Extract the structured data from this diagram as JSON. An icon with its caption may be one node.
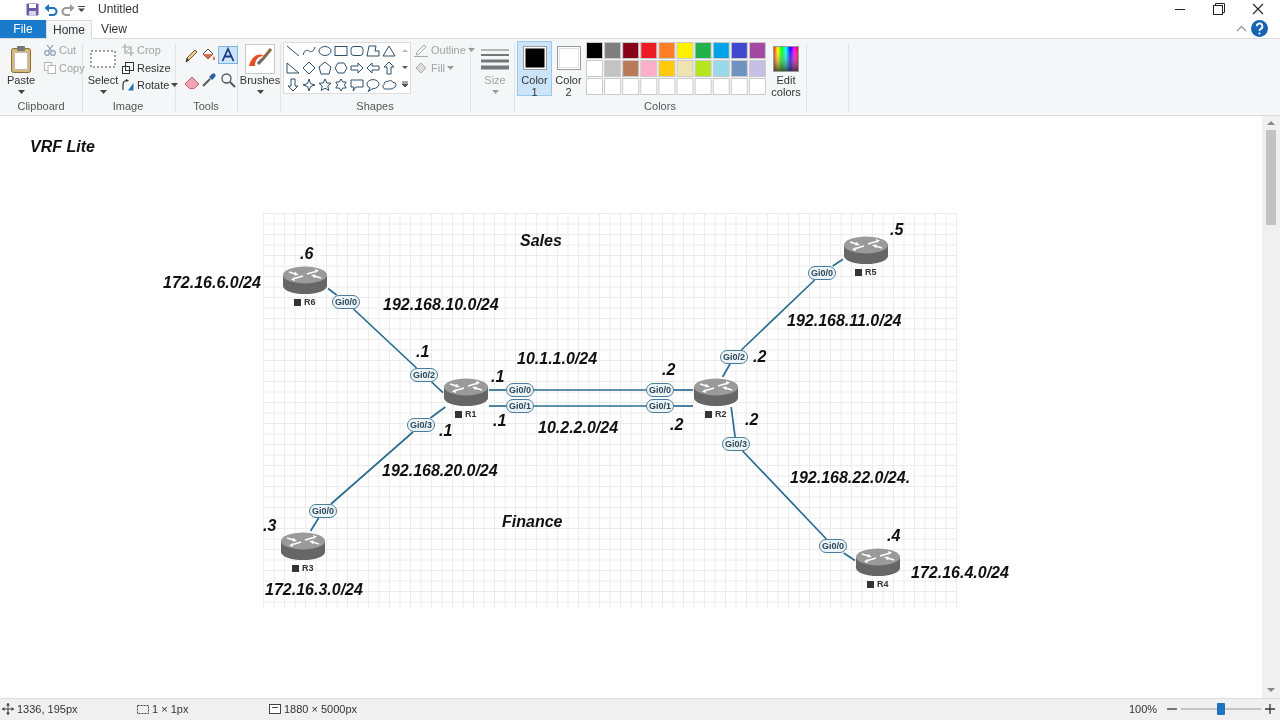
{
  "diagram": {
    "title": "VRF Lite",
    "nodes": [
      {
        "text": [],
        "shape": "picture",
        "beside": [
          "R6",
          "172.16.6.0/24"
        ]
      },
      {
        "text": [],
        "shape": "picture",
        "beside": [
          "R5"
        ]
      },
      {
        "text": [],
        "shape": "picture",
        "beside": [
          "R1"
        ]
      },
      {
        "text": [],
        "shape": "picture",
        "beside": [
          "R2"
        ]
      },
      {
        "text": [],
        "shape": "picture",
        "beside": [
          "R3",
          "172.16.3.0/24"
        ]
      },
      {
        "text": [],
        "shape": "picture",
        "beside": [
          "R4",
          "172.16.4.0/24"
        ]
      },
      {
        "text": [
          "Gi0/0"
        ]
      },
      {
        "text": [
          "Gi0/0"
        ]
      },
      {
        "text": [
          "Gi0/2"
        ]
      },
      {
        "text": [
          "Gi0/2"
        ]
      },
      {
        "text": [
          "Gi0/0"
        ]
      },
      {
        "text": [
          "Gi0/0"
        ]
      },
      {
        "text": [
          "Gi0/1"
        ]
      },
      {
        "text": [
          "Gi0/1"
        ]
      },
      {
        "text": [
          "Gi0/3"
        ]
      },
      {
        "text": [
          "Gi0/3"
        ]
      },
      {
        "text": [
          "Gi0/0"
        ]
      },
      {
        "text": [
          "Gi0/0"
        ]
      }
    ],
    "edges": [
      {
        "from": 0,
        "to": 6,
        "arrow": "none"
      },
      {
        "from": 6,
        "to": 9,
        "arrow": "none"
      },
      {
        "from": 9,
        "to": 2,
        "arrow": "none"
      },
      {
        "from": 1,
        "to": 7,
        "arrow": "none"
      },
      {
        "from": 7,
        "to": 8,
        "arrow": "none"
      },
      {
        "from": 8,
        "to": 3,
        "arrow": "none"
      },
      {
        "from": 2,
        "to": 10,
        "arrow": "none"
      },
      {
        "from": 10,
        "to": 11,
        "arrow": "none"
      },
      {
        "from": 11,
        "to": 3,
        "arrow": "none"
      },
      {
        "from": 2,
        "to": 12,
        "arrow": "none"
      },
      {
        "from": 12,
        "to": 13,
        "arrow": "none"
      },
      {
        "from": 13,
        "to": 3,
        "arrow": "none"
      },
      {
        "from": 4,
        "to": 16,
        "arrow": "none"
      },
      {
        "from": 16,
        "to": 14,
        "arrow": "none"
      },
      {
        "from": 14,
        "to": 2,
        "arrow": "none"
      },
      {
        "from": 3,
        "to": 15,
        "arrow": "none"
      },
      {
        "from": 15,
        "to": 17,
        "arrow": "none"
      },
      {
        "from": 17,
        "to": 5,
        "arrow": "none"
      }
    ],
    "labels": [
      "Untitled",
      "File",
      "Home",
      "View",
      "Paste",
      "Cut",
      "Copy",
      "Select",
      "Crop",
      "Resize",
      "Rotate",
      "Brushes",
      "Outline",
      "Fill",
      "Size",
      "Color 1",
      "Color 2",
      "Edit colors",
      "Clipboard",
      "Image",
      "Tools",
      "Shapes",
      "Colors",
      "Sales",
      ".5",
      ".6",
      "192.168.10.0/24",
      "192.168.11.0/24",
      ".1",
      "10.1.1.0/24",
      ".2",
      ".1",
      ".2",
      ".1",
      ".1",
      "10.2.2.0/24",
      ".2",
      ".2",
      "192.168.20.0/24",
      "192.168.22.0/24.",
      ".3",
      "Finance",
      ".4",
      "1336, 195px",
      "1 × 1px",
      "1880 × 5000px",
      "100%"
    ]
  }
}
